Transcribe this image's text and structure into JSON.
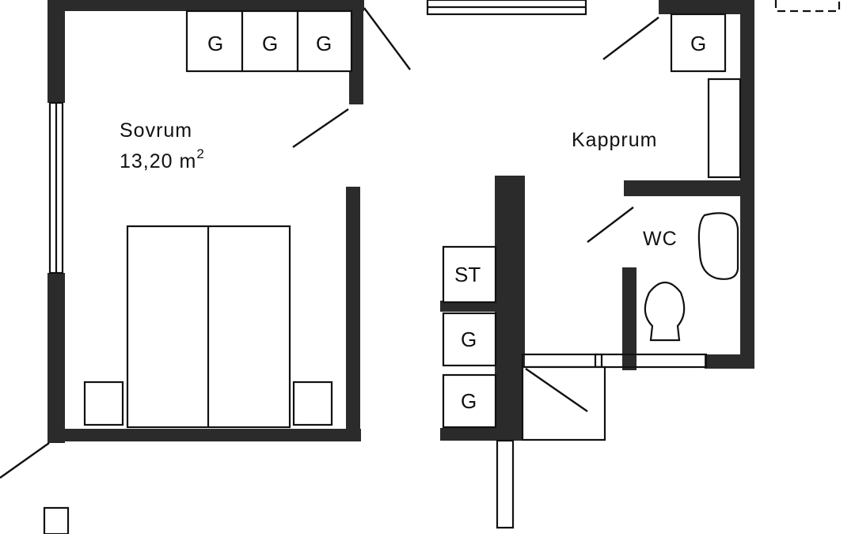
{
  "rooms": {
    "sovrum_name": "Sovrum",
    "sovrum_area": "13,20 m",
    "sovrum_area_sup": "2",
    "kapprum_name": "Kapprum",
    "wc_name": "WC"
  },
  "fixtures": {
    "wardrobe_label": "G",
    "storage_label": "ST"
  }
}
